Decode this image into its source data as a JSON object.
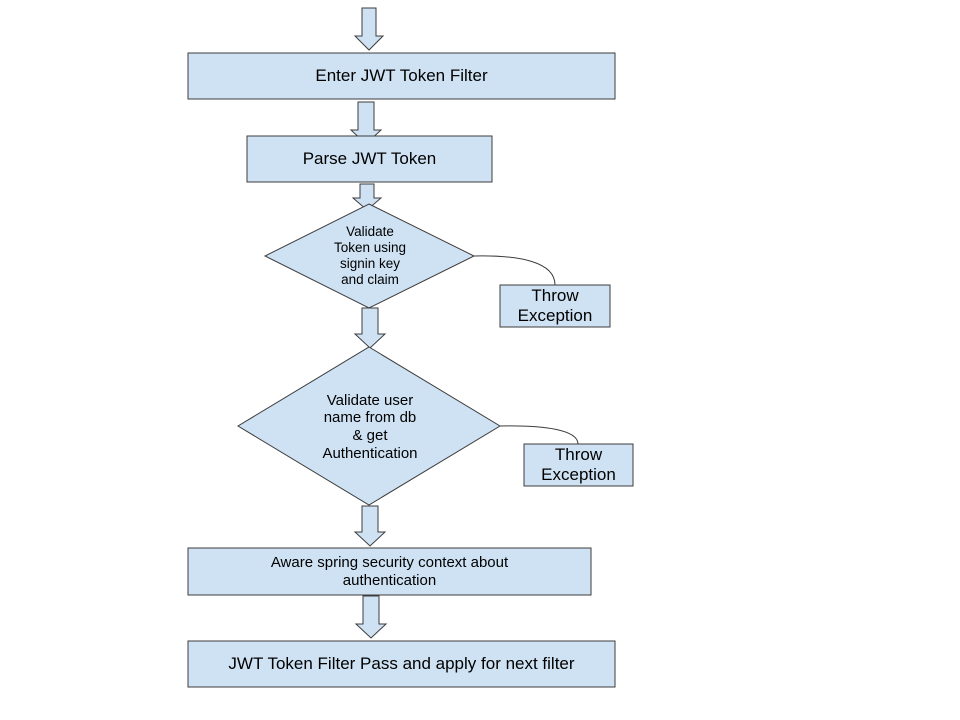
{
  "colors": {
    "fill": "#cfe2f3",
    "stroke": "#3c3c3c"
  },
  "steps": {
    "enter_filter": "Enter JWT Token Filter",
    "parse_token": "Parse JWT Token",
    "validate_token": "Validate\nToken using\nsignin key\nand claim",
    "throw_exception_1": "Throw\nException",
    "validate_user": "Validate user\nname from db\n& get\nAuthentication",
    "throw_exception_2": "Throw\nException",
    "aware_context": "Aware spring security context  about\nauthentication",
    "filter_pass": "JWT Token Filter Pass and apply for next filter"
  }
}
